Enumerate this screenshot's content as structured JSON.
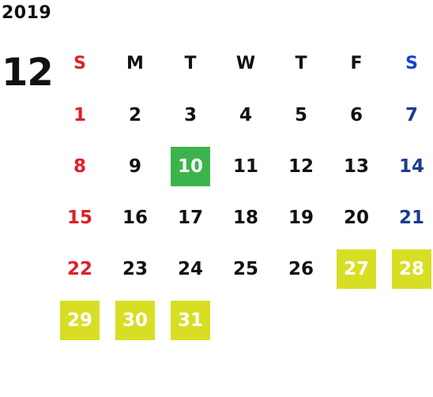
{
  "year": "2019",
  "month": "12",
  "weekdays": [
    {
      "label": "S",
      "type": "sun"
    },
    {
      "label": "M",
      "type": ""
    },
    {
      "label": "T",
      "type": ""
    },
    {
      "label": "W",
      "type": ""
    },
    {
      "label": "T",
      "type": ""
    },
    {
      "label": "F",
      "type": ""
    },
    {
      "label": "S",
      "type": "sat"
    }
  ],
  "days": [
    {
      "day": "1",
      "type": "sun",
      "mark": ""
    },
    {
      "day": "2",
      "type": "",
      "mark": ""
    },
    {
      "day": "3",
      "type": "",
      "mark": ""
    },
    {
      "day": "4",
      "type": "",
      "mark": ""
    },
    {
      "day": "5",
      "type": "",
      "mark": ""
    },
    {
      "day": "6",
      "type": "",
      "mark": ""
    },
    {
      "day": "7",
      "type": "sat",
      "mark": ""
    },
    {
      "day": "8",
      "type": "sun",
      "mark": ""
    },
    {
      "day": "9",
      "type": "",
      "mark": ""
    },
    {
      "day": "10",
      "type": "",
      "mark": "today"
    },
    {
      "day": "11",
      "type": "",
      "mark": ""
    },
    {
      "day": "12",
      "type": "",
      "mark": ""
    },
    {
      "day": "13",
      "type": "",
      "mark": ""
    },
    {
      "day": "14",
      "type": "sat",
      "mark": ""
    },
    {
      "day": "15",
      "type": "sun",
      "mark": ""
    },
    {
      "day": "16",
      "type": "",
      "mark": ""
    },
    {
      "day": "17",
      "type": "",
      "mark": ""
    },
    {
      "day": "18",
      "type": "",
      "mark": ""
    },
    {
      "day": "19",
      "type": "",
      "mark": ""
    },
    {
      "day": "20",
      "type": "",
      "mark": ""
    },
    {
      "day": "21",
      "type": "sat",
      "mark": ""
    },
    {
      "day": "22",
      "type": "sun",
      "mark": ""
    },
    {
      "day": "23",
      "type": "",
      "mark": ""
    },
    {
      "day": "24",
      "type": "",
      "mark": ""
    },
    {
      "day": "25",
      "type": "",
      "mark": ""
    },
    {
      "day": "26",
      "type": "",
      "mark": ""
    },
    {
      "day": "27",
      "type": "",
      "mark": "hol"
    },
    {
      "day": "28",
      "type": "sat",
      "mark": "hol"
    },
    {
      "day": "29",
      "type": "sun",
      "mark": "hol"
    },
    {
      "day": "30",
      "type": "",
      "mark": "hol"
    },
    {
      "day": "31",
      "type": "",
      "mark": "hol"
    }
  ],
  "colors": {
    "sunday": "#e01f26",
    "saturday_header": "#1340e0",
    "saturday": "#1a3c8f",
    "today_fill": "#3cb44b",
    "holiday_fill": "#d8de23"
  }
}
